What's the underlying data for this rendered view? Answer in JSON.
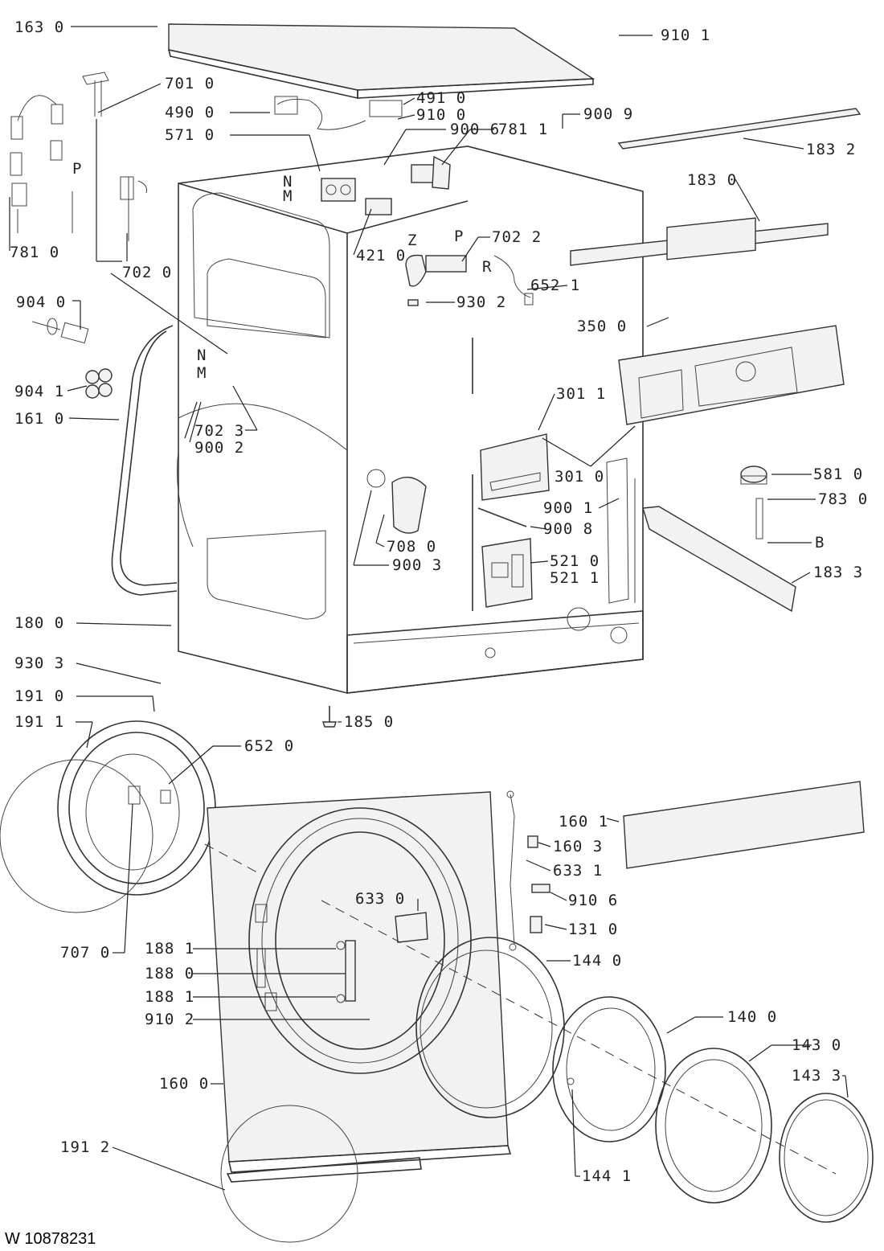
{
  "drawing": {
    "reference": "W 10878231"
  },
  "callouts": {
    "c163_0": "163 0",
    "c910_1": "910 1",
    "c701_0": "701 0",
    "c490_0": "490 0",
    "c491_0": "491 0",
    "c910_0": "910 0",
    "c900_9": "900 9",
    "c571_0": "571 0",
    "c900_6": "900 6",
    "c781_1": "781 1",
    "c183_2": "183 2",
    "c183_0": "183 0",
    "c702_2": "702 2",
    "c421_0": "421 0",
    "c781_0": "781 0",
    "c702_0": "702 0",
    "c652_1": "652 1",
    "c930_2": "930 2",
    "c904_0": "904 0",
    "c350_0": "350 0",
    "c904_1": "904 1",
    "c161_0": "161 0",
    "c301_1": "301 1",
    "c702_3": "702 3",
    "c900_2": "900 2",
    "c301_0": "301 0",
    "c581_0": "581 0",
    "c900_1": "900 1",
    "c783_0": "783 0",
    "c900_8": "900 8",
    "c708_0": "708 0",
    "c900_3": "900 3",
    "c521_0": "521 0",
    "c521_1": "521 1",
    "c183_3": "183 3",
    "c180_0": "180 0",
    "c930_3": "930 3",
    "c191_0": "191 0",
    "c191_1": "191 1",
    "c185_0": "185 0",
    "c652_0": "652 0",
    "c160_1": "160 1",
    "c160_3": "160 3",
    "c633_1": "633 1",
    "c633_0": "633 0",
    "c910_6": "910 6",
    "c131_0": "131 0",
    "c707_0": "707 0",
    "c188_1a": "188 1",
    "c188_0": "188 0",
    "c144_0": "144 0",
    "c188_1b": "188 1",
    "c910_2": "910 2",
    "c140_0": "140 0",
    "c143_0": "143 0",
    "c160_0": "160 0",
    "c143_3": "143 3",
    "c191_2": "191 2",
    "c144_1": "144 1"
  },
  "letters": {
    "n1": "N",
    "m1": "M",
    "p1": "P",
    "p2": "P",
    "z1": "Z",
    "r1": "R",
    "n2": "N",
    "m2": "M",
    "b1": "B"
  }
}
